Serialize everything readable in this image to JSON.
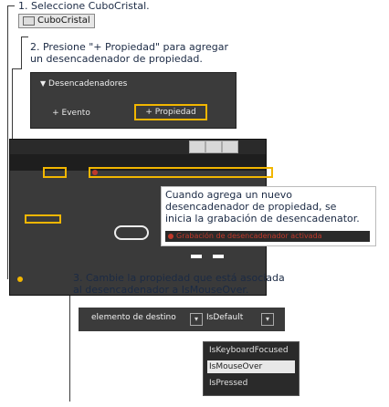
{
  "step1": {
    "text": "1. Seleccione CuboCristal.",
    "object_label": "CuboCristal",
    "object_icon": "object-icon"
  },
  "step2": {
    "line1": "2. Presione \"+ Propiedad\" para agregar",
    "line2": "un desencadenador de propiedad."
  },
  "triggers_panel": {
    "title": "Desencadenadores",
    "event_button": "+ Evento",
    "property_button": "+ Propiedad"
  },
  "recording_callout": {
    "line1": "Cuando agrega un nuevo",
    "line2": "desencadenador de propiedad, se",
    "line3": "inicia la grabación de desencadenator.",
    "status": "Grabación de desencadenador activada",
    "status_color": "#c0392b"
  },
  "step3": {
    "line1": "3. Cambie la propiedad que está asociada",
    "line2": "al desencadenador a IsMouseOver."
  },
  "property_bar": {
    "target_label": "elemento de destino",
    "property_value": "IsDefault"
  },
  "property_dropdown": {
    "options": [
      "IsKeyboardFocused",
      "IsMouseOver",
      "IsPressed"
    ],
    "selected": "IsMouseOver"
  },
  "colors": {
    "highlight": "#f2b600",
    "dark_panel": "#3b3b3b",
    "accent_red": "#c0392b"
  }
}
